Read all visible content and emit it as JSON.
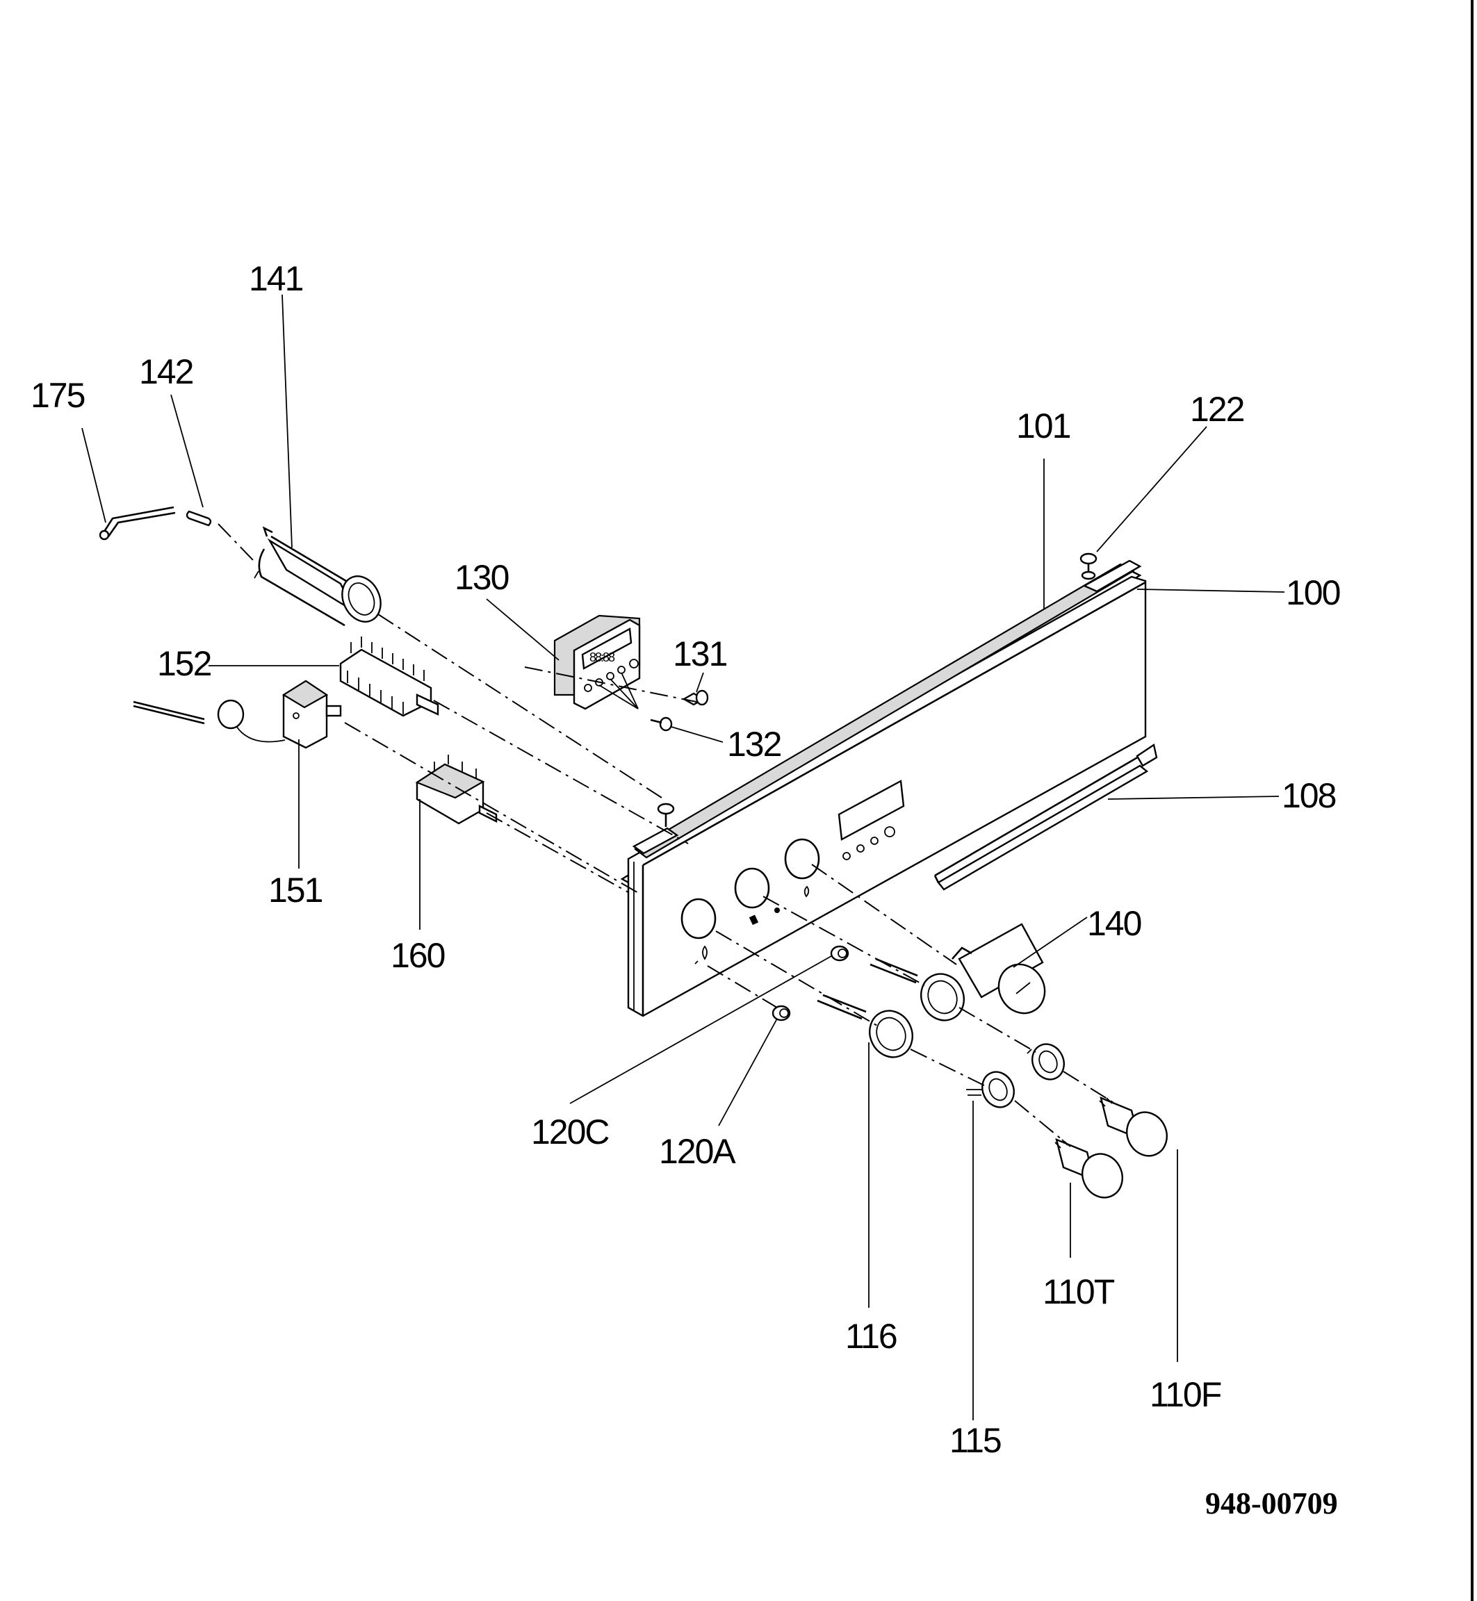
{
  "diagram": {
    "document_code": "948-00709",
    "parts": {
      "p175": "175",
      "p142": "142",
      "p141": "141",
      "p130": "130",
      "p131": "131",
      "p132": "132",
      "p152": "152",
      "p151": "151",
      "p160": "160",
      "p101": "101",
      "p122": "122",
      "p100": "100",
      "p108": "108",
      "p140": "140",
      "p120C": "120C",
      "p120A": "120A",
      "p116": "116",
      "p115": "115",
      "p110T": "110T",
      "p110F": "110F"
    }
  }
}
